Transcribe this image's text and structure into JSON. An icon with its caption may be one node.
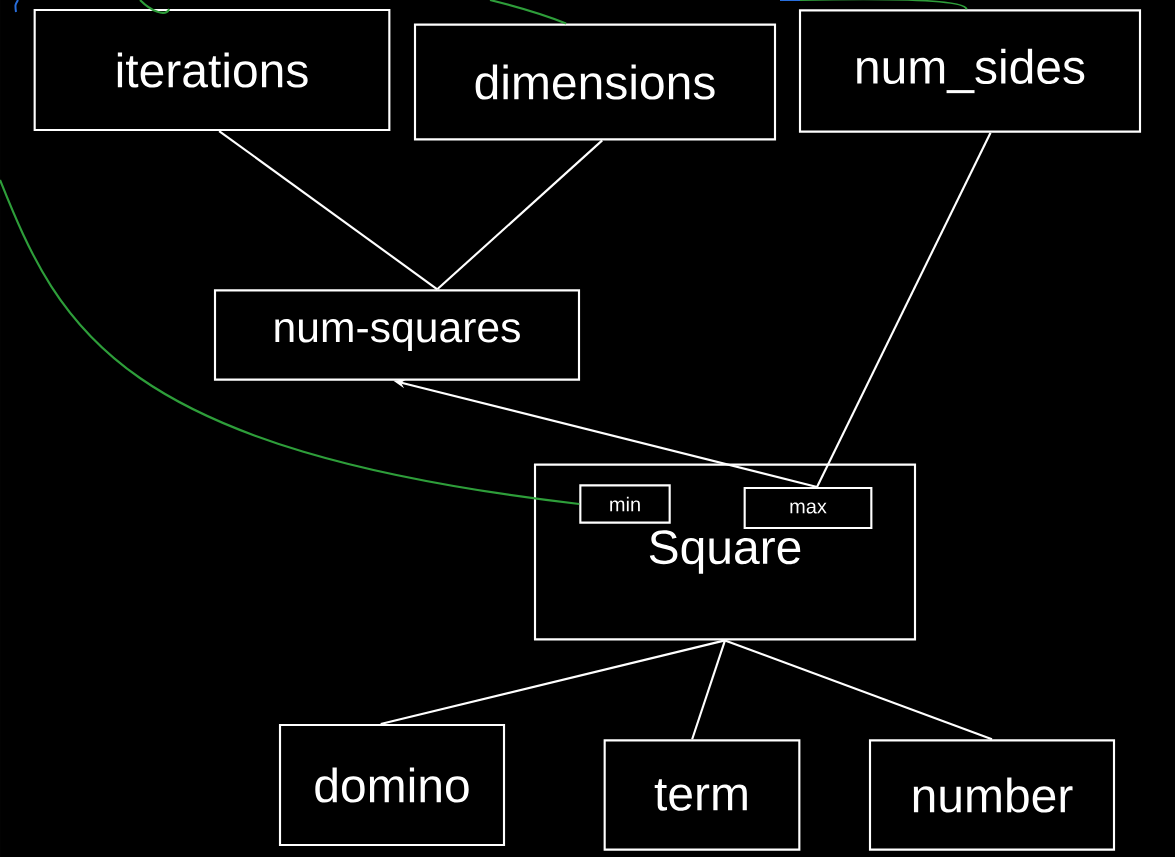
{
  "diagram": {
    "nodes": [
      {
        "text": [
          "iterations"
        ]
      },
      {
        "text": [
          "dimensions"
        ]
      },
      {
        "text": [
          "num_sides"
        ]
      },
      {
        "text": [
          "num-squares"
        ]
      },
      {
        "text": [
          "Square"
        ]
      },
      {
        "text": [
          "min"
        ],
        "in": 4
      },
      {
        "text": [
          "max"
        ],
        "in": 4
      },
      {
        "text": [
          "domino"
        ]
      },
      {
        "text": [
          "term"
        ]
      },
      {
        "text": [
          "number"
        ]
      }
    ],
    "edges": [
      {
        "from": 0,
        "to": 3,
        "arrow": "none"
      },
      {
        "from": 1,
        "to": 3,
        "arrow": "none"
      },
      {
        "from": 2,
        "to": 6,
        "arrow": "none"
      },
      {
        "from": 6,
        "to": 3,
        "arrow": "to"
      },
      {
        "from": null,
        "to": 0,
        "arrow": "none",
        "color": "#2e9e3a"
      },
      {
        "from": null,
        "to": 1,
        "arrow": "none",
        "color": "#2e9e3a"
      },
      {
        "from": null,
        "to": 2,
        "arrow": "none",
        "color": "#2e9e3a"
      },
      {
        "from": null,
        "to": 5,
        "arrow": "none",
        "color": "#2e9e3a"
      },
      {
        "from": 4,
        "to": 7,
        "arrow": "none"
      },
      {
        "from": 4,
        "to": 8,
        "arrow": "none"
      },
      {
        "from": 4,
        "to": 9,
        "arrow": "none"
      }
    ]
  }
}
